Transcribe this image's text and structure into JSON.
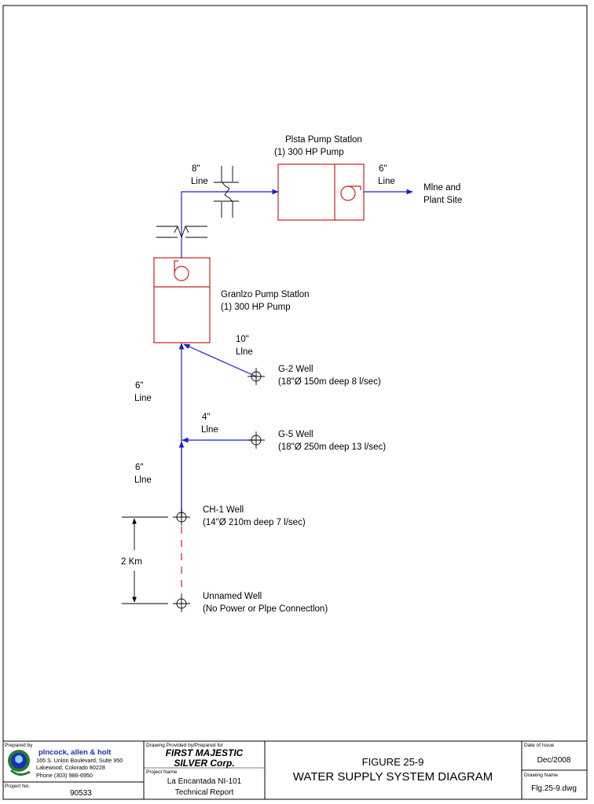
{
  "diagram": {
    "labels": {
      "pista_station_name": "Plsta Pump Statlon",
      "pista_station_pump": "(1) 300 HP Pump",
      "line_8_size": "8\"",
      "line_8_word": "Line",
      "line_6_top_size": "6\"",
      "line_6_top_word": "Line",
      "mine_line1": "Mlne and",
      "mine_line2": "Plant Site",
      "granizo_station_name": "Granlzo Pump Statlon",
      "granizo_station_pump": "(1) 300 HP Pump",
      "line_10_size": "10\"",
      "line_10_word": "Llne",
      "g2_name": "G-2 Well",
      "g2_detail": "(18\"Ø 150m deep 8 l/sec)",
      "line_6_mid_size": "6\"",
      "line_6_mid_word": "Line",
      "line_4_size": "4\"",
      "line_4_word": "Llne",
      "g5_name": "G-5 Well",
      "g5_detail": "(18\"Ø 250m deep 13 l/sec)",
      "line_6_low_size": "6\"",
      "line_6_low_word": "Llne",
      "ch1_name": "CH-1 Well",
      "ch1_detail": "(14\"Ø 210m deep 7 l/sec)",
      "distance": "2 Km",
      "unnamed_name": "Unnamed Well",
      "unnamed_detail": "(No Power or Plpe Connectlon)"
    },
    "colors": {
      "flow_line": "#1a22cc",
      "station": "#cc1f1f",
      "ink": "#000000"
    }
  },
  "title_block": {
    "prepared_by_label": "Prepared by",
    "company_name": "plncock, allen & holt",
    "company_addr1": "165 S. Unlon Boulevard, Sulte 950",
    "company_addr2": "Lakewood, Colorado 80228",
    "company_phone": "Phone (303) 986-6950",
    "provided_label": "Drawing Provided by/Prepared for",
    "client_line1": "FIRST MAJESTIC",
    "client_line2": "SILVER Corp.",
    "project_name_label": "Project Name",
    "project_name_line1": "La Encantada NI-101",
    "project_name_line2": "Technical Report",
    "project_no_label": "Project No.",
    "project_no": "90533",
    "figure_number": "FIGURE 25-9",
    "figure_title": "WATER SUPPLY SYSTEM DIAGRAM",
    "date_label": "Date of Issue",
    "date": "Dec/2008",
    "drawing_name_label": "Drawing Name",
    "drawing_name": "Flg.25-9.dwg"
  }
}
